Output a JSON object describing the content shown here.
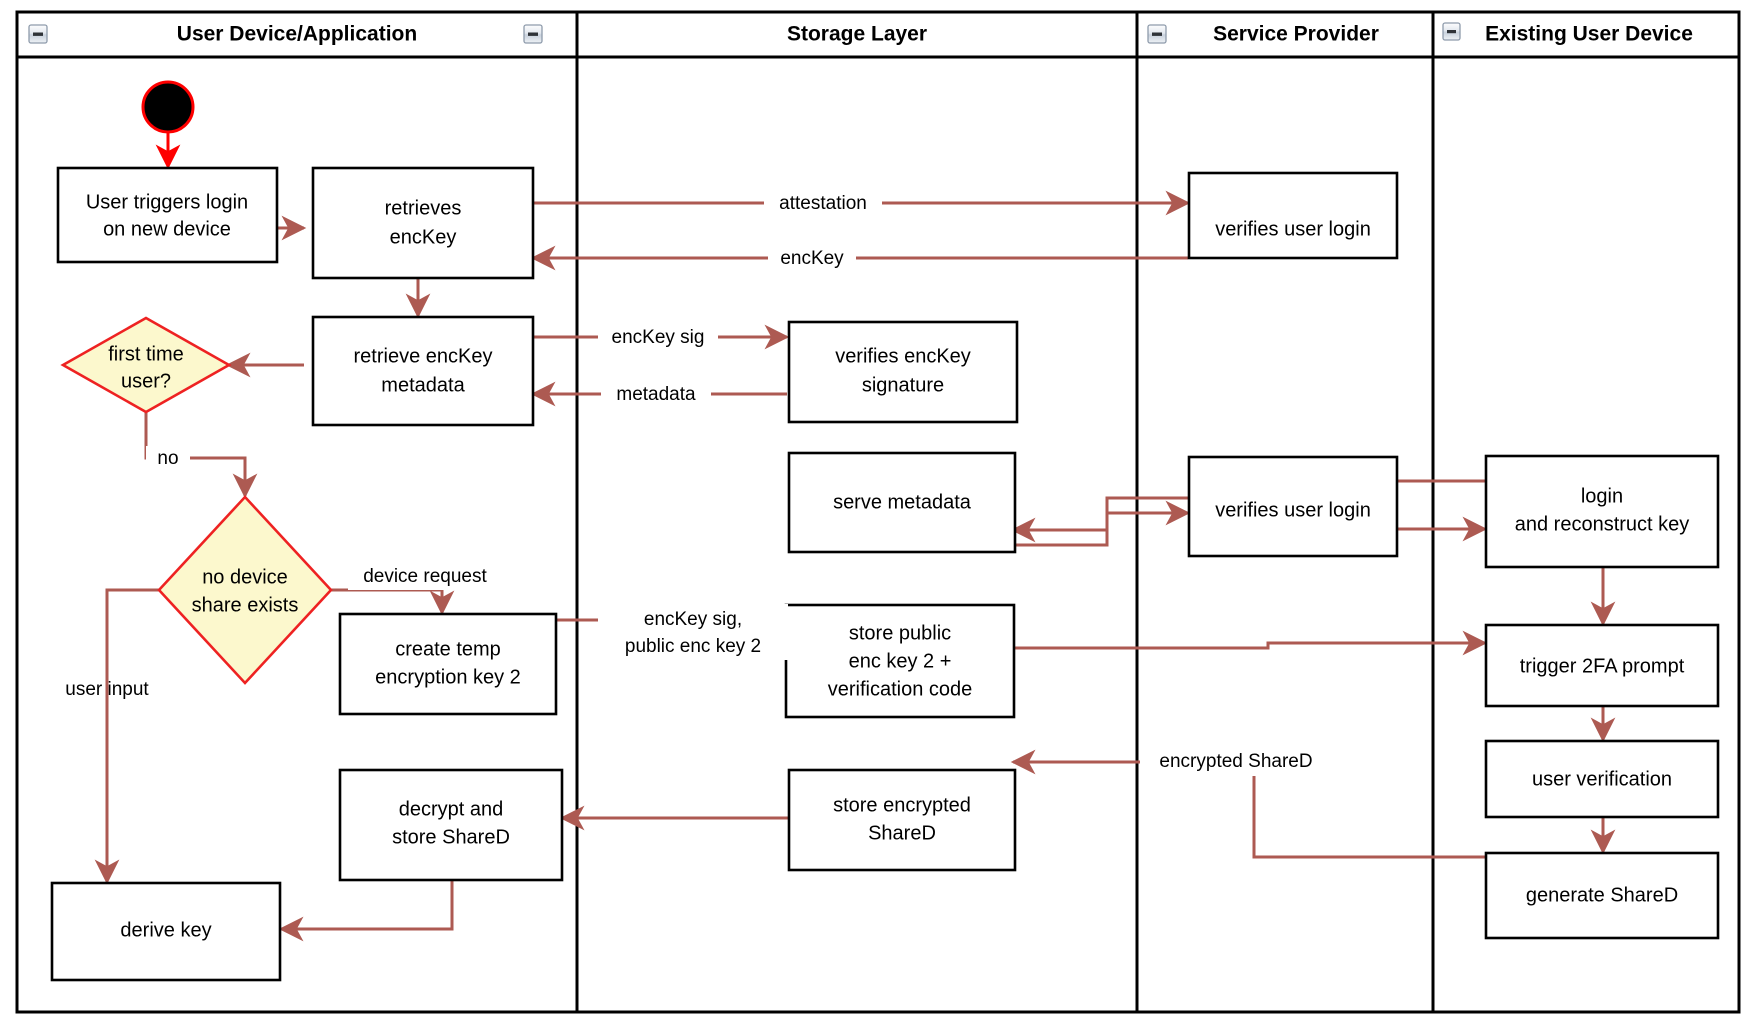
{
  "diagram": {
    "title": "Key recovery on new device swimlane activity diagram",
    "colors": {
      "flow_arrow": "#ad5a52",
      "start_arrow": "#fe0000",
      "decision_fill": "#fcf8cd",
      "decision_stroke": "#ee2222",
      "node_fill": "#ffffff",
      "node_stroke": "#000000",
      "lane_stroke": "#000000"
    },
    "lanes": [
      {
        "id": "lane-user-device",
        "label": "User Device/Application",
        "collapse_icon": "minus-icon"
      },
      {
        "id": "lane-storage-layer",
        "label": "Storage Layer",
        "collapse_icon": "minus-icon"
      },
      {
        "id": "lane-service-provider",
        "label": "Service Provider",
        "collapse_icon": "minus-icon"
      },
      {
        "id": "lane-existing-user-device",
        "label": "Existing User Device",
        "collapse_icon": "minus-icon"
      }
    ],
    "nodes": [
      {
        "id": "start",
        "type": "initial-node",
        "lane": "lane-user-device",
        "label": ""
      },
      {
        "id": "user-triggers-login",
        "type": "action",
        "lane": "lane-user-device",
        "label": "User triggers login\non new device"
      },
      {
        "id": "retrieves-enckey",
        "type": "action",
        "lane": "lane-user-device",
        "label": "retrieves\nencKey"
      },
      {
        "id": "retrieve-enckey-metadata",
        "type": "action",
        "lane": "lane-user-device",
        "label": "retrieve encKey\nmetadata"
      },
      {
        "id": "first-time-user",
        "type": "decision",
        "lane": "lane-user-device",
        "label": "first time\nuser?"
      },
      {
        "id": "no-device-share-exists",
        "type": "decision",
        "lane": "lane-user-device",
        "label": "no device\nshare exists"
      },
      {
        "id": "create-temp-encryption-key-2",
        "type": "action",
        "lane": "lane-user-device",
        "label": "create temp\nencryption key 2"
      },
      {
        "id": "decrypt-and-store-shared",
        "type": "action",
        "lane": "lane-user-device",
        "label": "decrypt and\nstore ShareD"
      },
      {
        "id": "derive-key",
        "type": "action",
        "lane": "lane-user-device",
        "label": "derive key"
      },
      {
        "id": "verifies-enckey-signature",
        "type": "action",
        "lane": "lane-storage-layer",
        "label": "verifies encKey\nsignature"
      },
      {
        "id": "serve-metadata",
        "type": "action",
        "lane": "lane-storage-layer",
        "label": "serve metadata"
      },
      {
        "id": "store-public-enc-key-2",
        "type": "action",
        "lane": "lane-storage-layer",
        "label": "store public\nenc key 2 +\nverification code"
      },
      {
        "id": "store-encrypted-shared",
        "type": "action",
        "lane": "lane-storage-layer",
        "label": "store encrypted\nShareD"
      },
      {
        "id": "verifies-user-login-1",
        "type": "action",
        "lane": "lane-service-provider",
        "label": "verifies user login"
      },
      {
        "id": "verifies-user-login-2",
        "type": "action",
        "lane": "lane-service-provider",
        "label": "verifies user login"
      },
      {
        "id": "login-and-reconstruct-key",
        "type": "action",
        "lane": "lane-existing-user-device",
        "label": "login\nand reconstruct key"
      },
      {
        "id": "trigger-2fa-prompt",
        "type": "action",
        "lane": "lane-existing-user-device",
        "label": "trigger 2FA prompt"
      },
      {
        "id": "user-verification",
        "type": "action",
        "lane": "lane-existing-user-device",
        "label": "user verification"
      },
      {
        "id": "generate-shared",
        "type": "action",
        "lane": "lane-existing-user-device",
        "label": "generate ShareD"
      }
    ],
    "edge_labels": {
      "attestation": "attestation",
      "enckey": "encKey",
      "enckey_sig": "encKey sig",
      "metadata": "metadata",
      "no": "no",
      "device_request": "device request",
      "user_input": "user input",
      "enckey_sig_public_enc_key_2_line1": "encKey sig,",
      "enckey_sig_public_enc_key_2_line2": "public enc key 2",
      "encrypted_shared": "encrypted ShareD"
    },
    "node_text": {
      "user_triggers_login_l1": "User triggers login",
      "user_triggers_login_l2": "on new device",
      "retrieves_enckey_l1": "retrieves",
      "retrieves_enckey_l2": "encKey",
      "retrieve_enckey_metadata_l1": "retrieve encKey",
      "retrieve_enckey_metadata_l2": "metadata",
      "first_time_user_l1": "first time",
      "first_time_user_l2": "user?",
      "no_device_share_l1": "no device",
      "no_device_share_l2": "share exists",
      "create_temp_key_l1": "create temp",
      "create_temp_key_l2": "encryption key 2",
      "decrypt_store_shared_l1": "decrypt and",
      "decrypt_store_shared_l2": "store ShareD",
      "derive_key_l1": "derive key",
      "verifies_enckey_sig_l1": "verifies encKey",
      "verifies_enckey_sig_l2": "signature",
      "serve_metadata_l1": "serve metadata",
      "store_public_key_l1": "store public",
      "store_public_key_l2": "enc key 2 +",
      "store_public_key_l3": "verification code",
      "store_encrypted_shared_l1": "store encrypted",
      "store_encrypted_shared_l2": "ShareD",
      "verifies_user_login_1_l1": "verifies user login",
      "verifies_user_login_2_l1": "verifies user login",
      "login_reconstruct_l1": "login",
      "login_reconstruct_l2": "and reconstruct key",
      "trigger_2fa_l1": "trigger 2FA prompt",
      "user_verification_l1": "user verification",
      "generate_shared_l1": "generate ShareD"
    }
  }
}
